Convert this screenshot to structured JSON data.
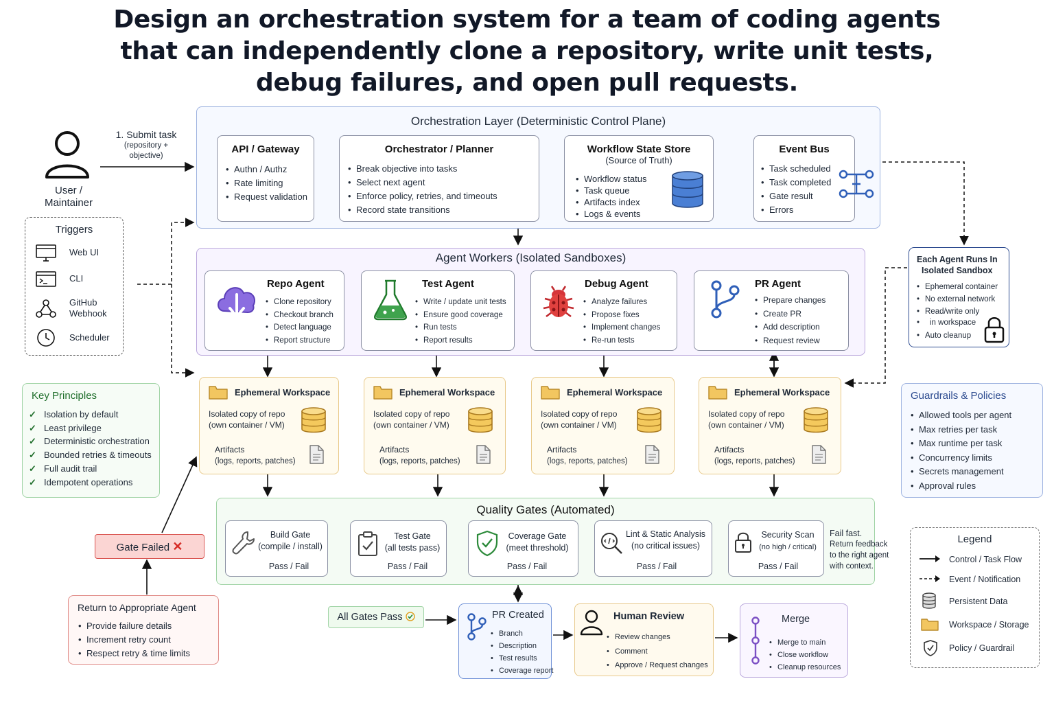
{
  "title": {
    "line1": "Design an orchestration system for a team of coding agents",
    "line2": "that can independently clone a repository, write unit tests,",
    "line3": "debug failures, and open pull requests."
  },
  "user": {
    "label_line1": "User /",
    "label_line2": "Maintainer",
    "submit_title": "1. Submit task",
    "submit_sub1": "(repository +",
    "submit_sub2": "objective)"
  },
  "triggers": {
    "title": "Triggers",
    "items": [
      {
        "label": "Web UI",
        "icon": "monitor-icon"
      },
      {
        "label": "CLI",
        "icon": "terminal-icon"
      },
      {
        "label_line1": "GitHub",
        "label_line2": "Webhook",
        "icon": "webhook-icon"
      },
      {
        "label": "Scheduler",
        "icon": "clock-icon"
      }
    ]
  },
  "orchestration": {
    "title": "Orchestration Layer (Deterministic Control Plane)",
    "api": {
      "title": "API / Gateway",
      "items": [
        "Authn / Authz",
        "Rate limiting",
        "Request validation"
      ]
    },
    "planner": {
      "title": "Orchestrator / Planner",
      "items": [
        "Break objective into tasks",
        "Select next agent",
        "Enforce policy, retries, and timeouts",
        "Record state transitions"
      ]
    },
    "store": {
      "title": "Workflow State Store",
      "subtitle": "(Source of Truth)",
      "items": [
        "Workflow status",
        "Task queue",
        "Artifacts index",
        "Logs & events"
      ]
    },
    "bus": {
      "title": "Event Bus",
      "items": [
        "Task scheduled",
        "Task completed",
        "Gate result",
        "Errors"
      ]
    }
  },
  "agents": {
    "title": "Agent Workers (Isolated Sandboxes)",
    "list": [
      {
        "title": "Repo Agent",
        "items": [
          "Clone repository",
          "Checkout branch",
          "Detect language",
          "Report structure"
        ]
      },
      {
        "title": "Test Agent",
        "items": [
          "Write / update unit tests",
          "Ensure good coverage",
          "Run tests",
          "Report results"
        ]
      },
      {
        "title": "Debug Agent",
        "items": [
          "Analyze failures",
          "Propose fixes",
          "Implement changes",
          "Re-run tests"
        ]
      },
      {
        "title": "PR Agent",
        "items": [
          "Prepare changes",
          "Create PR",
          "Add description",
          "Request review"
        ]
      }
    ]
  },
  "sandbox": {
    "title_line1": "Each Agent Runs In",
    "title_line2": "Isolated Sandbox",
    "items": [
      "Ephemeral container",
      "No external network",
      "Read/write only",
      "Auto cleanup"
    ],
    "item_cont": "in workspace"
  },
  "workspace": {
    "title": "Ephemeral Workspace",
    "line1": "Isolated copy of repo",
    "line2": "(own container / VM)",
    "art1": "Artifacts",
    "art2": "(logs, reports, patches)"
  },
  "principles": {
    "title": "Key Principles",
    "items": [
      "Isolation by default",
      "Least privilege",
      "Deterministic orchestration",
      "Bounded retries & timeouts",
      "Full audit trail",
      "Idempotent operations"
    ]
  },
  "guardrails": {
    "title": "Guardrails & Policies",
    "items": [
      "Allowed tools per agent",
      "Max retries per task",
      "Max runtime per task",
      "Concurrency limits",
      "Secrets management",
      "Approval rules"
    ]
  },
  "gates": {
    "title": "Quality Gates (Automated)",
    "list": [
      {
        "name": "Build Gate",
        "sub": "(compile / install)"
      },
      {
        "name": "Test Gate",
        "sub": "(all tests pass)"
      },
      {
        "name": "Coverage Gate",
        "sub": "(meet threshold)"
      },
      {
        "name": "Lint & Static Analysis",
        "sub": "(no critical issues)"
      },
      {
        "name": "Security Scan",
        "sub": "(no high / critical)"
      }
    ],
    "passfail": "Pass / Fail",
    "failfast_title": "Fail fast.",
    "failfast_1": "Return feedback",
    "failfast_2": "to the right agent",
    "failfast_3": "with context."
  },
  "gate_failed": {
    "label": "Gate Failed",
    "mark": "✕"
  },
  "return_box": {
    "title": "Return to Appropriate Agent",
    "items": [
      "Provide failure details",
      "Increment retry count",
      "Respect retry & time limits"
    ]
  },
  "all_pass": {
    "label": "All Gates Pass"
  },
  "pr_created": {
    "title": "PR Created",
    "items": [
      "Branch",
      "Description",
      "Test results",
      "Coverage report"
    ]
  },
  "human_review": {
    "title": "Human Review",
    "items": [
      "Review changes",
      "Comment",
      "Approve / Request changes"
    ]
  },
  "merge": {
    "title": "Merge",
    "items": [
      "Merge to main",
      "Close workflow",
      "Cleanup resources"
    ]
  },
  "legend": {
    "title": "Legend",
    "items": [
      "Control / Task Flow",
      "Event / Notification",
      "Persistent Data",
      "Workspace / Storage",
      "Policy / Guardrail"
    ]
  },
  "colors": {
    "orchestration": "#9db2e0",
    "agents": "#b9a6dc",
    "gates": "#9fd3a4",
    "workspace": "#e8c98a",
    "failed": "#f8c9c9",
    "principles": "#1f6e2b",
    "guardrails": "#2b4a8f"
  }
}
